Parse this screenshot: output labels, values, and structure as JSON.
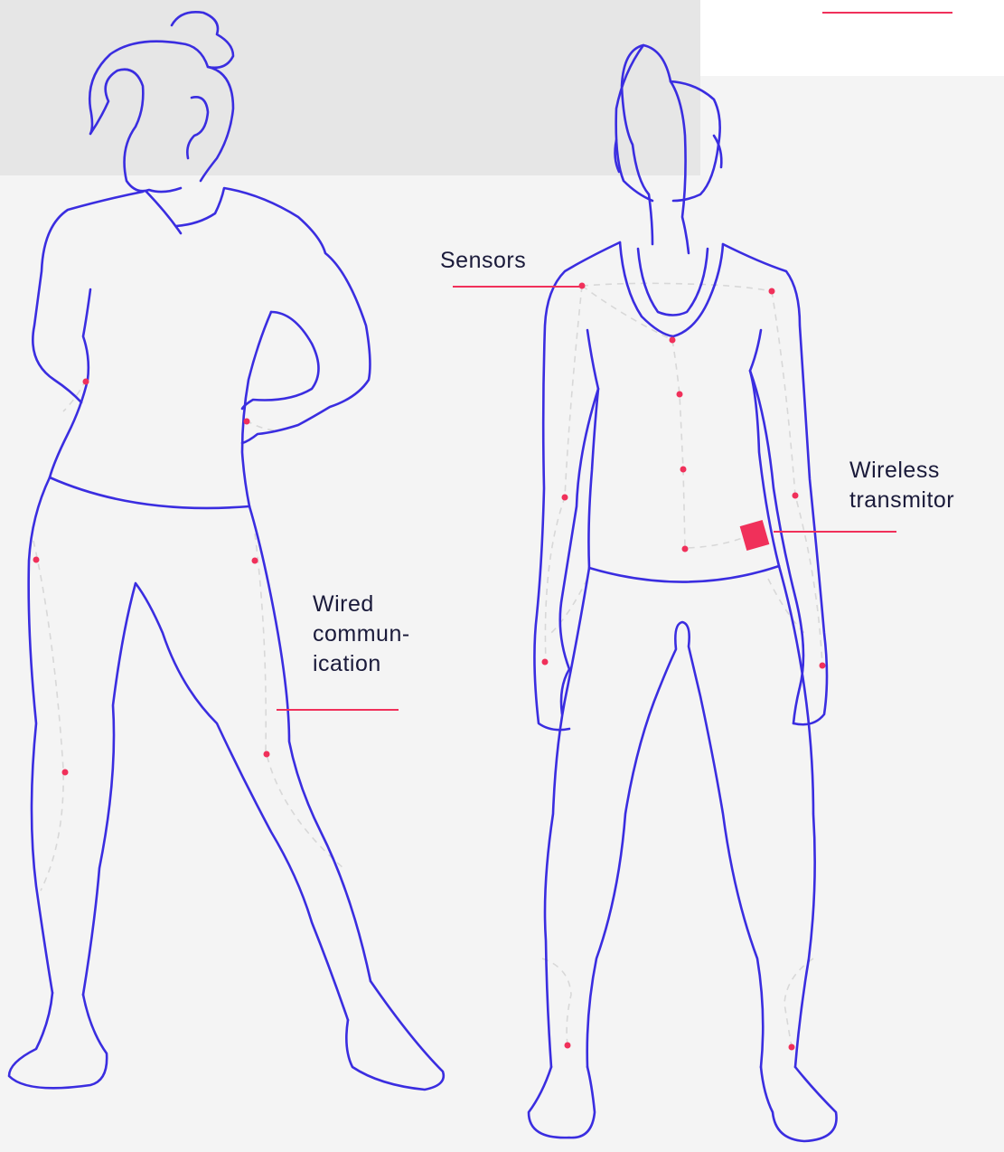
{
  "colors": {
    "outline": "#3a2de0",
    "accent": "#f0305a",
    "wire": "#d8d8d8",
    "text": "#1a1a3a"
  },
  "labels": {
    "sensors": "Sensors",
    "wireless": "Wireless\ntransmitor",
    "wired": "Wired\ncommun-\nication"
  }
}
